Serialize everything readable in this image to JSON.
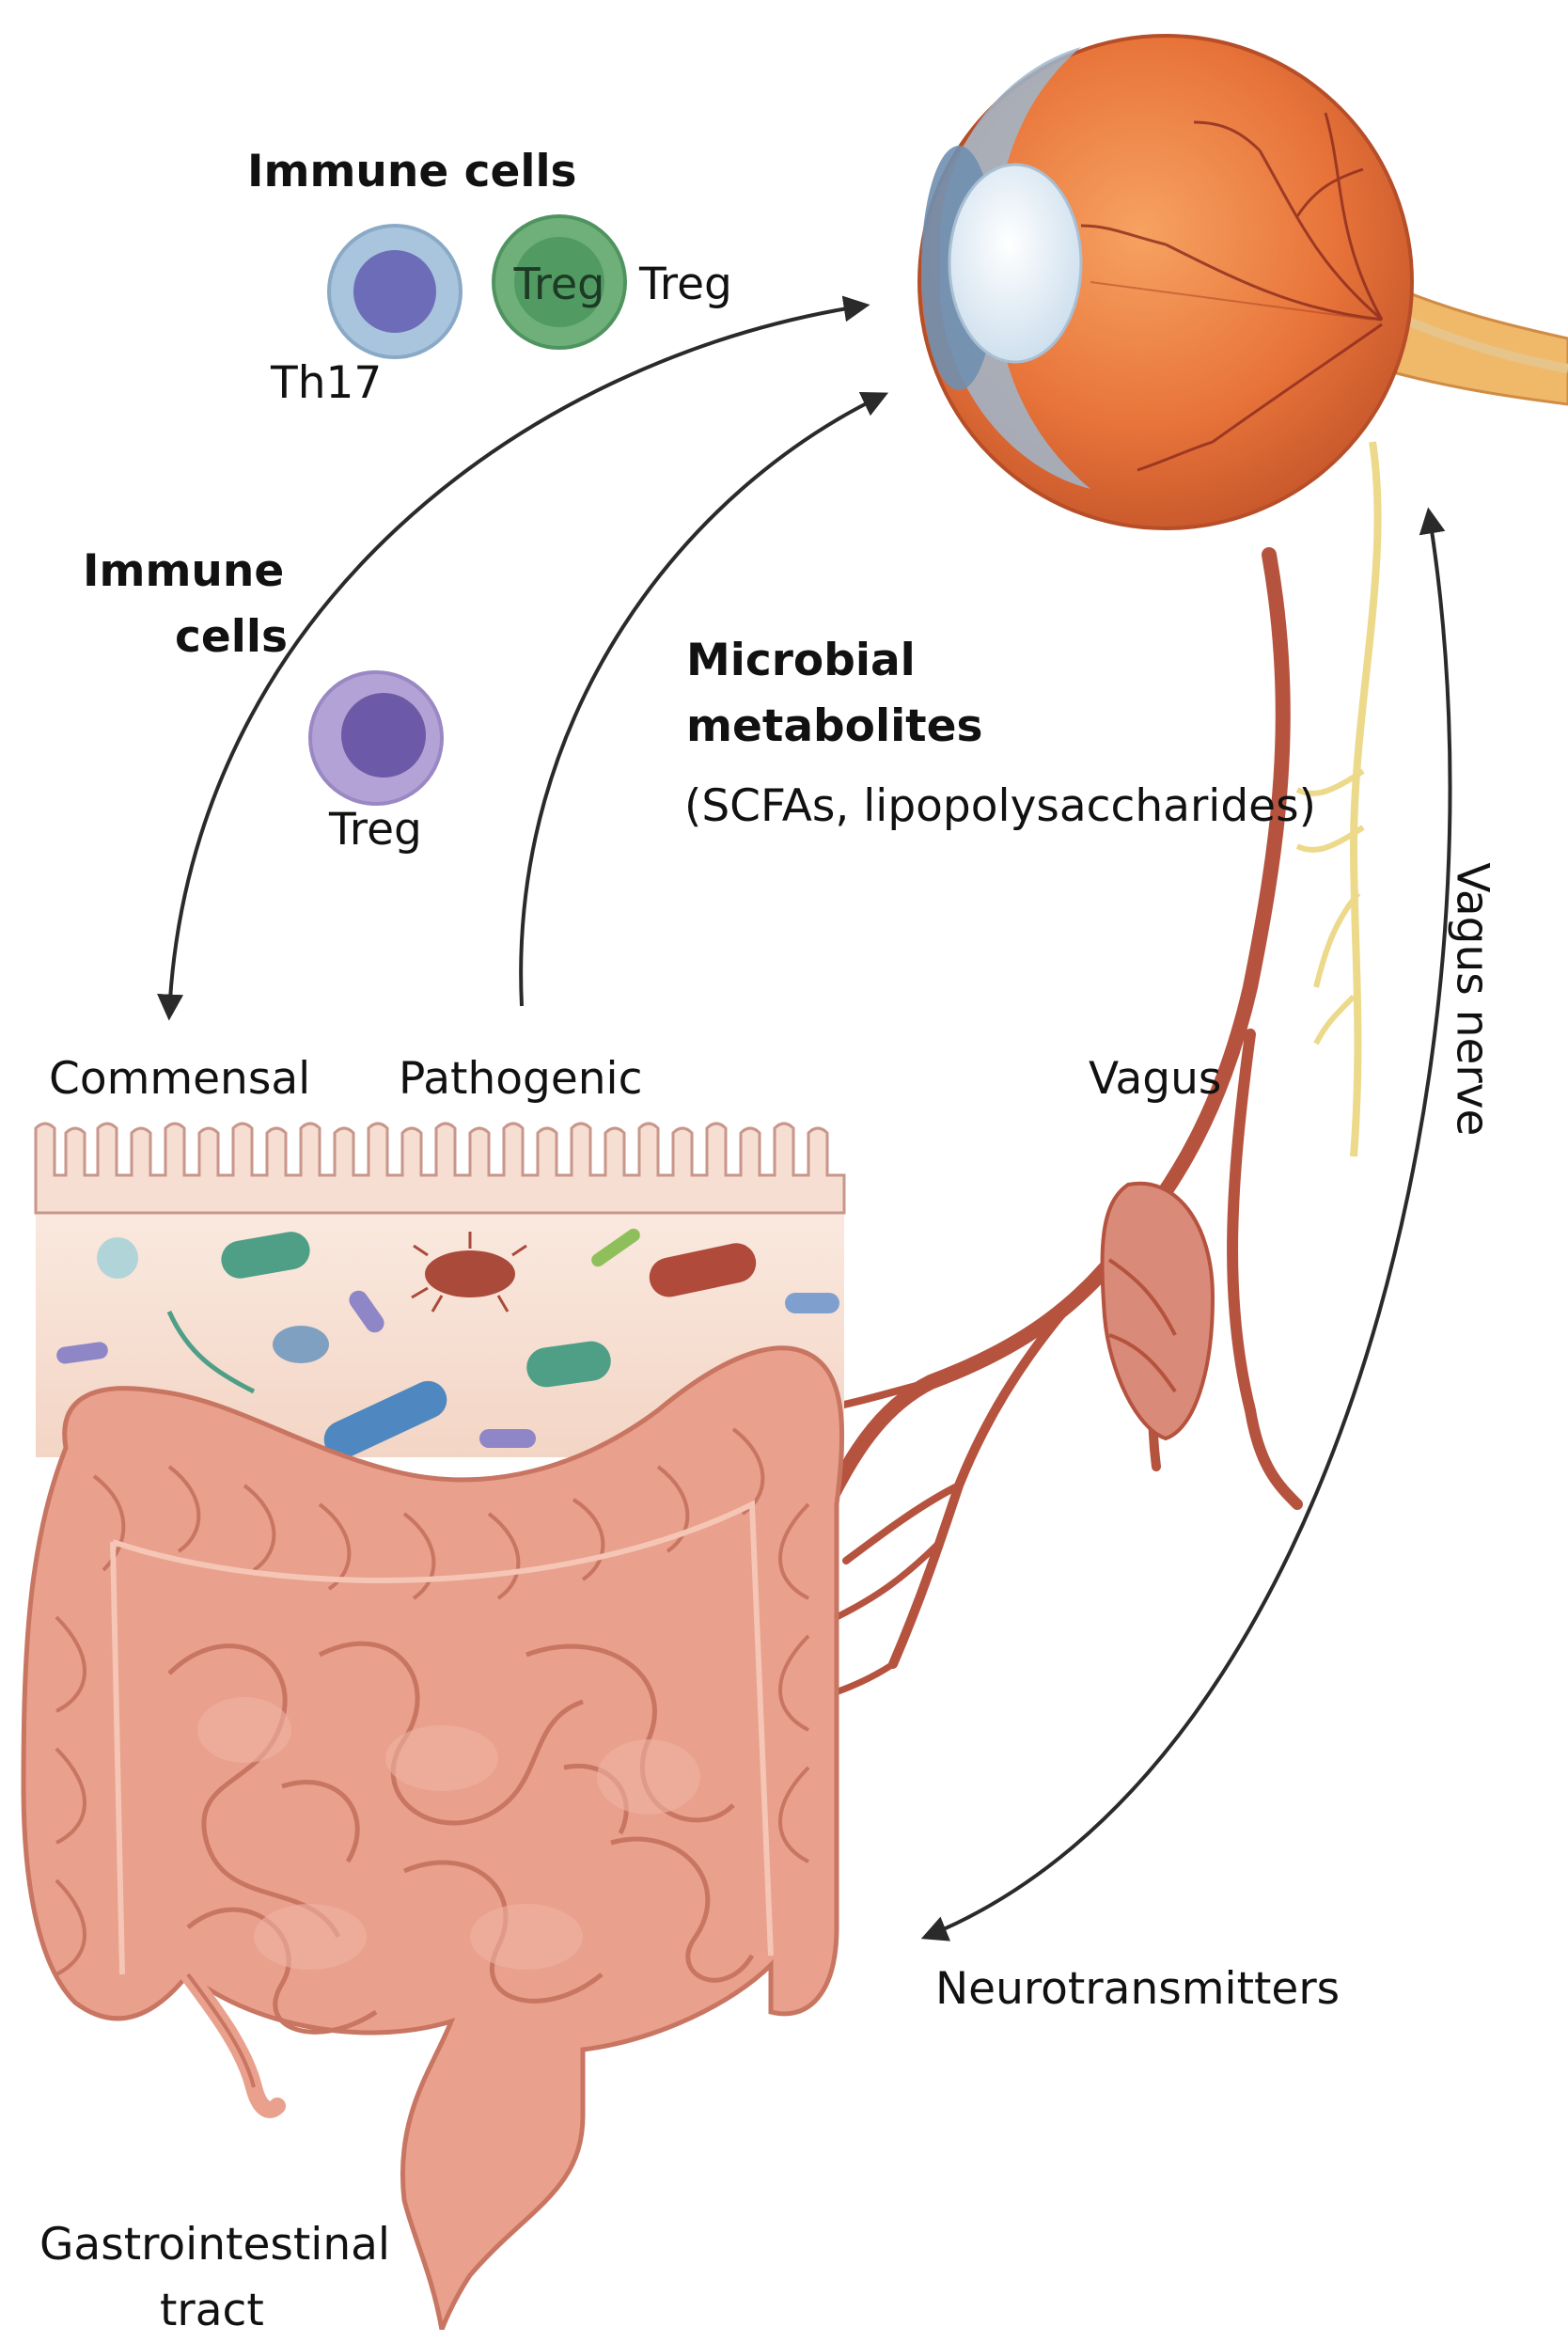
{
  "labels": {
    "immune_cells_top": "Immune cells",
    "treg_cell_text": "Treg",
    "treg_top": "Treg",
    "th17": "Th17",
    "immune_cells_left_line1": "Immune",
    "immune_cells_left_line2": "cells",
    "treg_left": "Treg",
    "microbial_line1": "Microbial",
    "microbial_line2": "metabolites",
    "microbial_examples": "(SCFAs, lipopolysaccharides)",
    "commensal": "Commensal",
    "pathogenic": "Pathogenic",
    "vagus": "Vagus",
    "vagus_nerve": "Vagus nerve",
    "neurotransmitters": "Neurotransmitters",
    "gi_line1": "Gastrointestinal",
    "gi_line2": "tract"
  },
  "colors": {
    "arrow": "#2a2a2a",
    "intestine": "#e9a08c",
    "intestine_dark": "#c87562",
    "mucosa": "#f6dfd2",
    "vessel": "#b5533f",
    "nerve": "#ecd98a",
    "eye_orange": "#e8743a",
    "th17_cell": "#a9c4dd",
    "treg_green": "#6fb07a",
    "treg_purple": "#b3a2d6"
  },
  "icons": [
    "eye-illustration",
    "intestine-illustration",
    "th17-cell-icon",
    "treg-cell-icon",
    "bacteria-icons"
  ]
}
